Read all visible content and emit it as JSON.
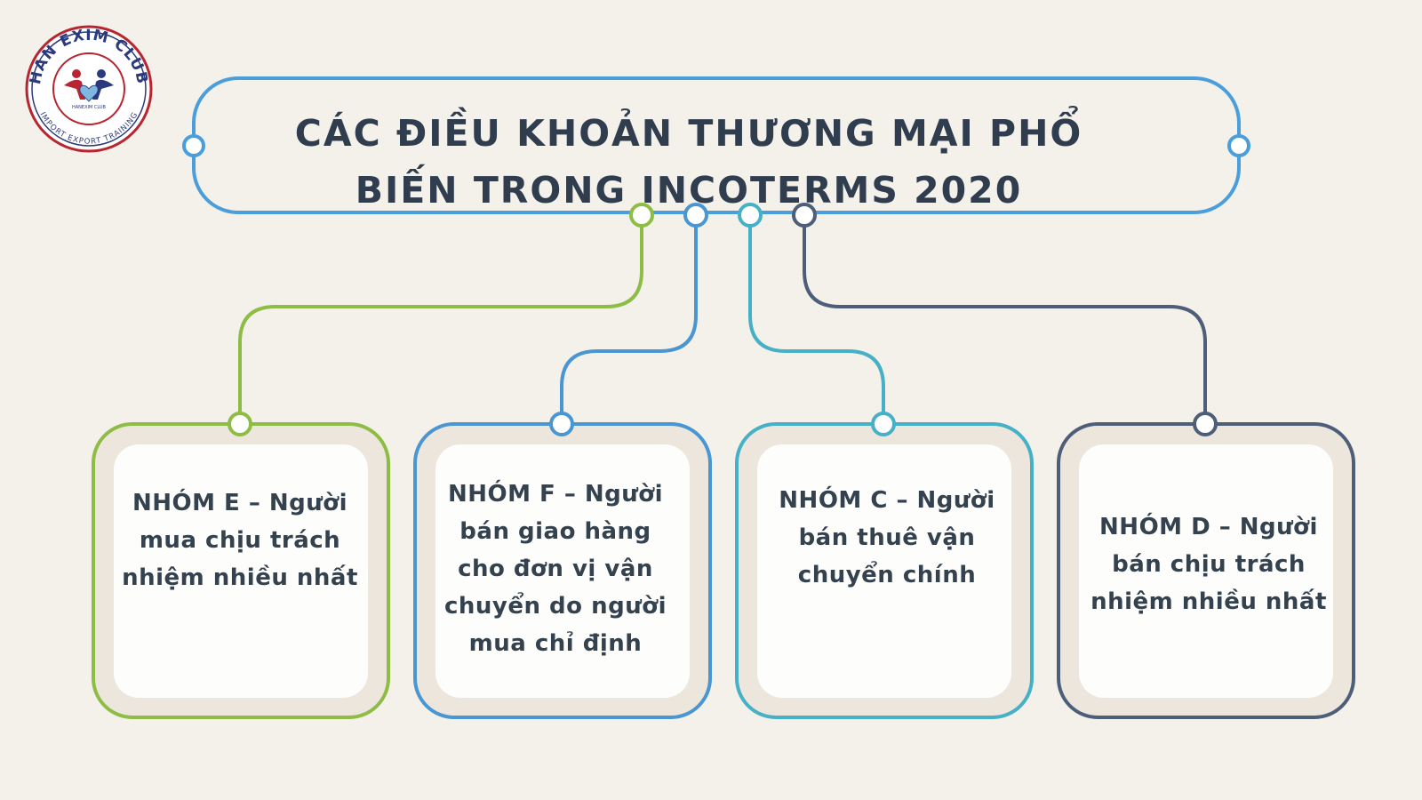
{
  "logo": {
    "top_text": "HAN EXIM CLUB",
    "bottom_text": "IMPORT EXPORT TRAINING",
    "inner_text": "HANEXIM CLUB"
  },
  "title": {
    "line1": "CÁC ĐIỀU KHOẢN THƯƠNG MẠI PHỔ",
    "line2": "BIẾN TRONG INCOTERMS 2020"
  },
  "groups": [
    {
      "id": "e",
      "label": "NHÓM E – Người mua chịu trách nhiệm nhiều nhất",
      "color": "#8ebd45"
    },
    {
      "id": "f",
      "label": "NHÓM F – Người bán giao hàng cho đơn vị vận chuyển do người mua chỉ định",
      "color": "#4a96d2"
    },
    {
      "id": "c",
      "label": "NHÓM C – Người bán thuê vận chuyển chính",
      "color": "#45b0c6"
    },
    {
      "id": "d",
      "label": "NHÓM D – Người bán chịu trách nhiệm nhiều nhất",
      "color": "#4d5e79"
    }
  ],
  "colors": {
    "background": "#f4f0ea",
    "title_border": "#4a9edb",
    "title_text": "#2f3d4f",
    "logo_red": "#b8242f",
    "logo_navy": "#2b3a7c"
  }
}
